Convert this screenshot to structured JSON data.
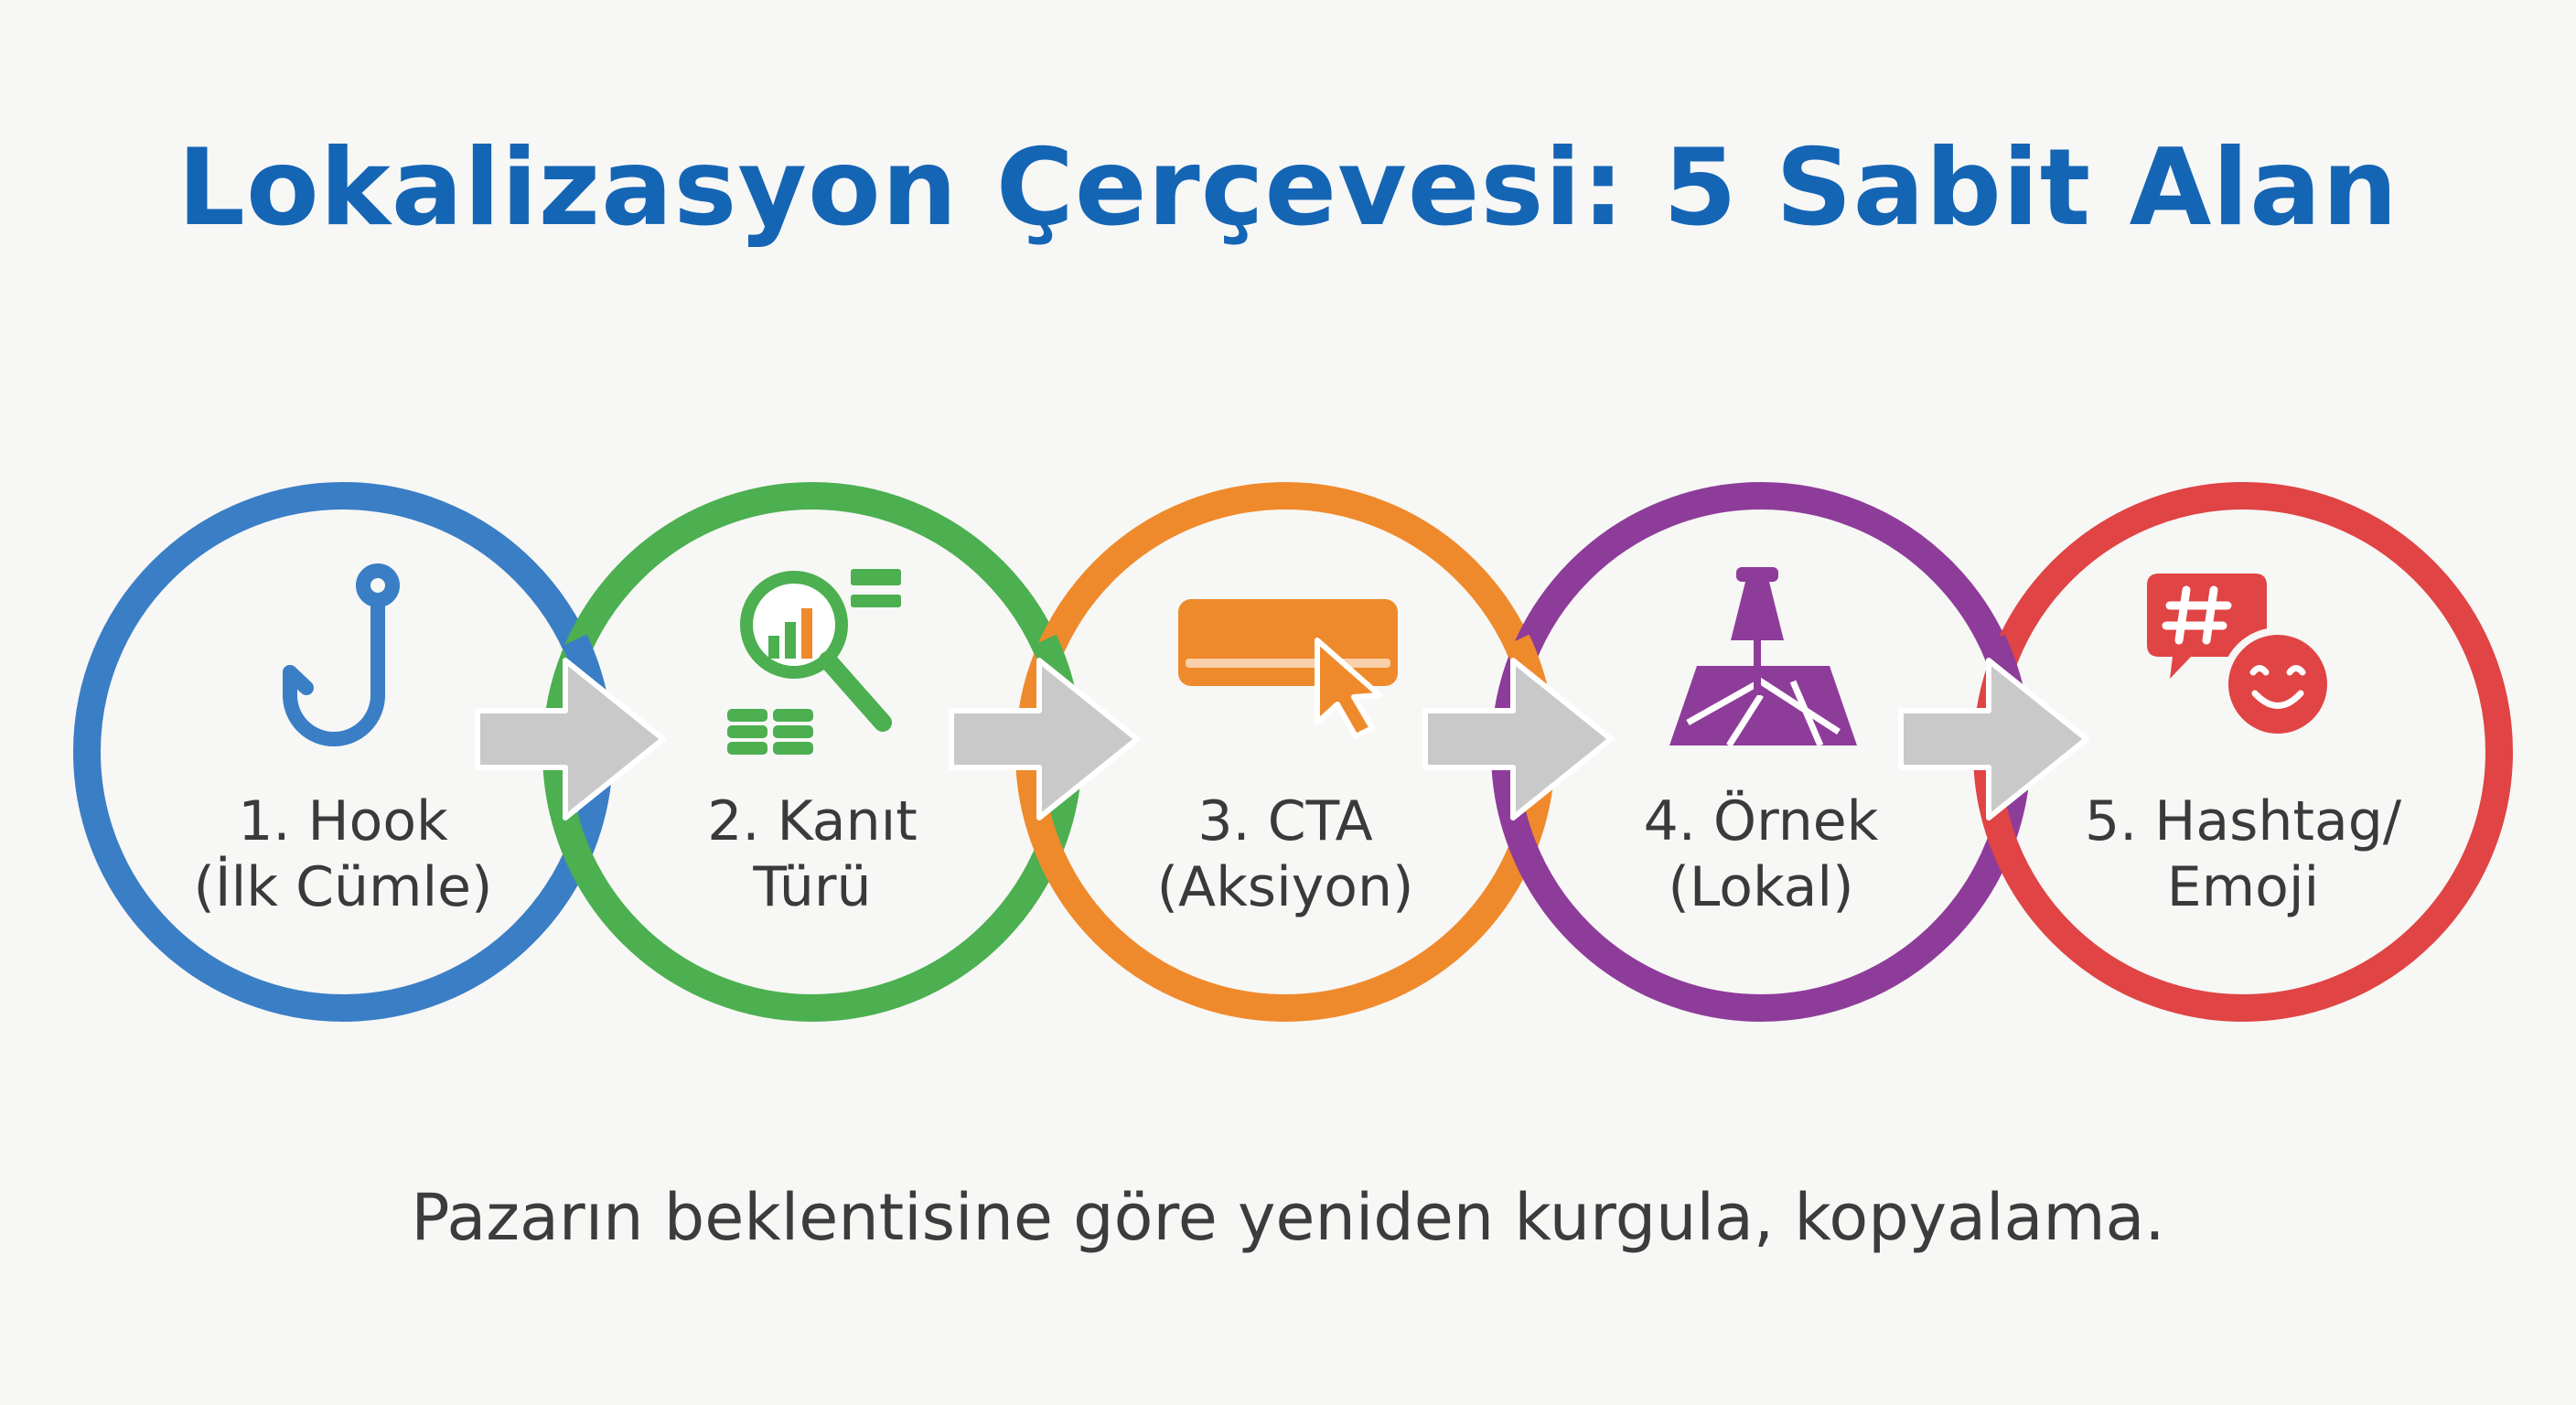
{
  "title": "Lokalizasyon Çerçevesi: 5 Sabit Alan",
  "steps": [
    {
      "line1": "1. Hook",
      "line2": "(İlk Cümle)",
      "color": "#3a7ec6",
      "icon": "hook-icon"
    },
    {
      "line1": "2. Kanıt",
      "line2": "Türü",
      "color": "#4caf50",
      "icon": "magnifier-chart-icon"
    },
    {
      "line1": "3. CTA",
      "line2": "(Aksiyon)",
      "color": "#ef8a2c",
      "icon": "button-cursor-icon"
    },
    {
      "line1": "4. Örnek",
      "line2": "(Lokal)",
      "color": "#8e3c9a",
      "icon": "map-pin-icon"
    },
    {
      "line1": "5. Hashtag/",
      "line2": "Emoji",
      "color": "#e04444",
      "icon": "hashtag-emoji-icon"
    }
  ],
  "arrow_color": "#c9c9c9",
  "tagline": "Pazarın beklentisine göre yeniden kurgula, kopyalama."
}
